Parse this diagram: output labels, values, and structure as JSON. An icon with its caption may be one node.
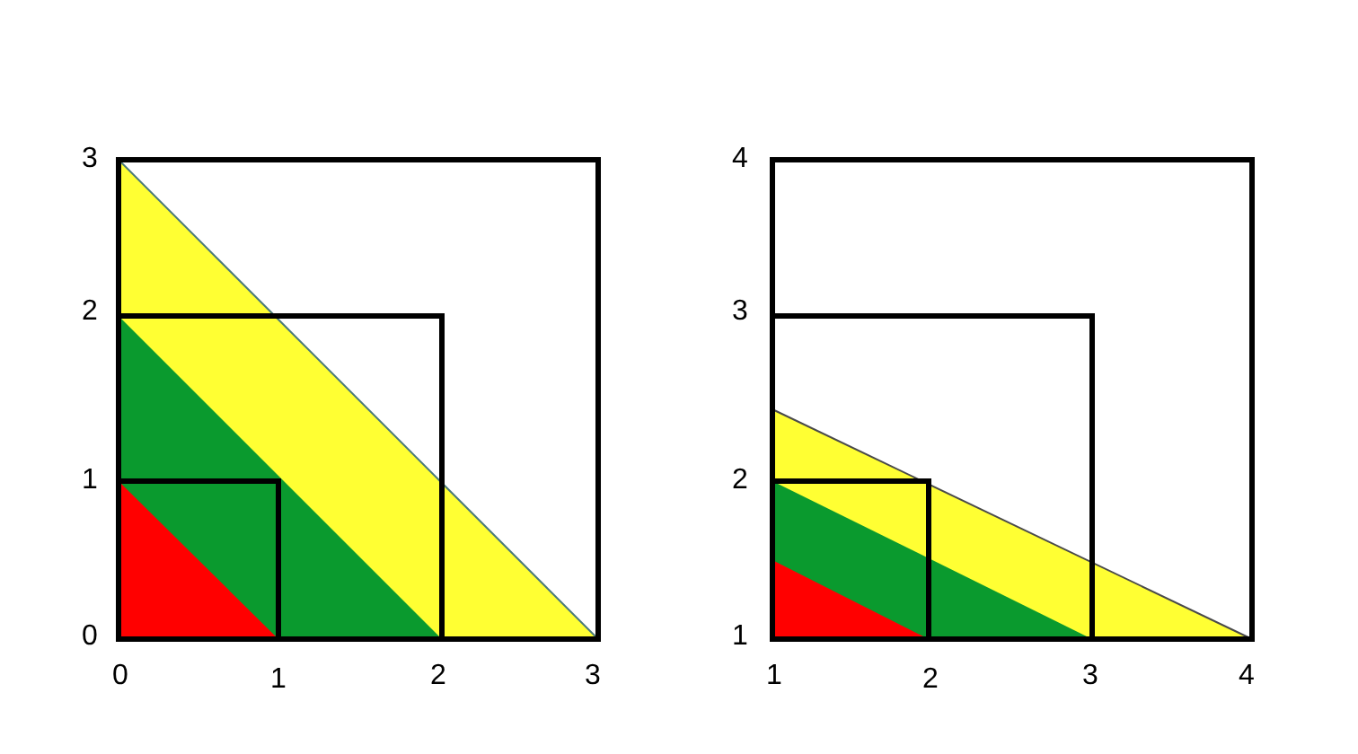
{
  "diagram": {
    "labels": [
      "3",
      "2",
      "1",
      "0",
      "0",
      "1",
      "2",
      "3",
      "4",
      "3",
      "2",
      "1",
      "1",
      "2",
      "3",
      "4"
    ]
  }
}
